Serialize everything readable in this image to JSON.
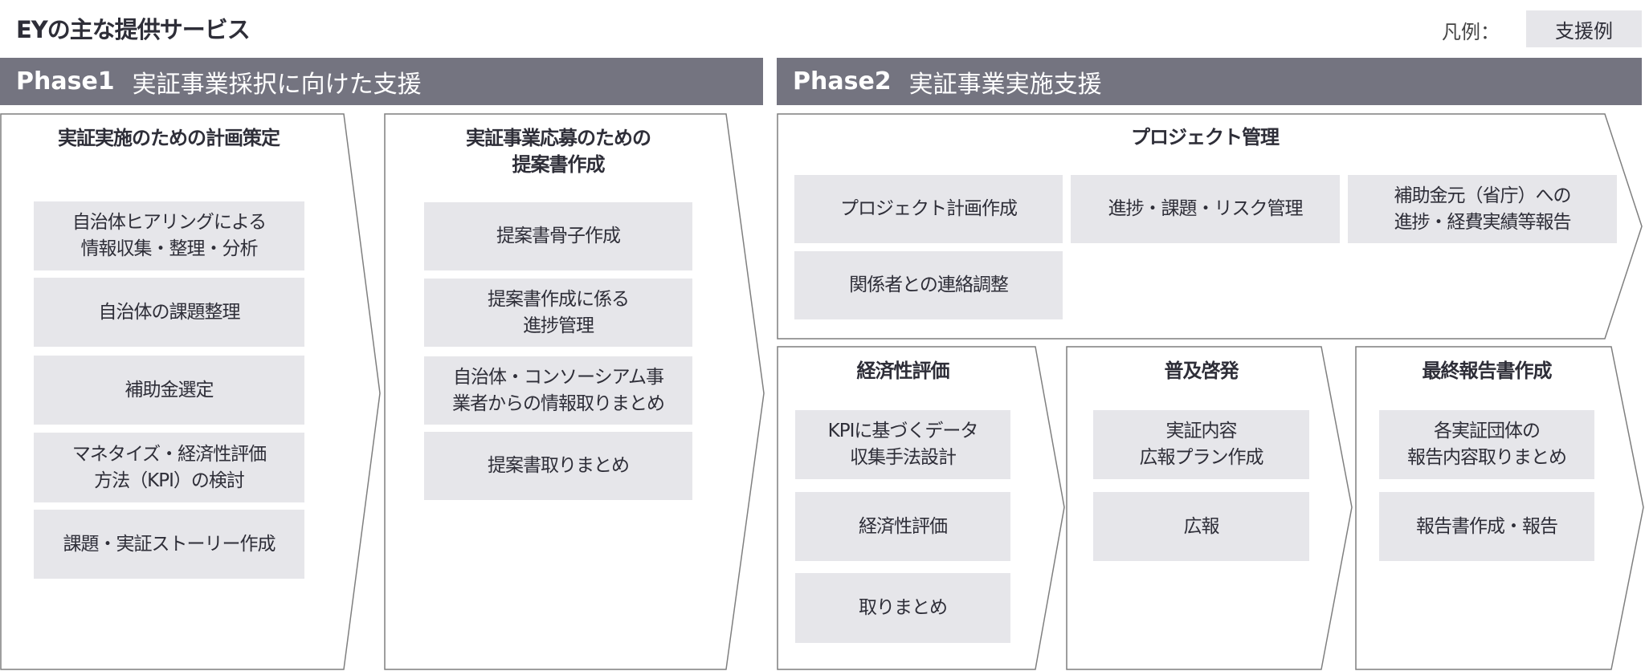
{
  "title": "EYの主な提供サービス",
  "legend": {
    "label": "凡例：",
    "sample": "支援例"
  },
  "phase1": {
    "tag": "Phase1",
    "title": "実証事業採択に向けた支援",
    "columns": [
      {
        "title": "実証実施のための計画策定",
        "items": [
          "自治体ヒアリングによる\n情報収集・整理・分析",
          "自治体の課題整理",
          "補助金選定",
          "マネタイズ・経済性評価\n方法（KPI）の検討",
          "課題・実証ストーリー作成"
        ]
      },
      {
        "title": "実証事業応募のための\n提案書作成",
        "items": [
          "提案書骨子作成",
          "提案書作成に係る\n進捗管理",
          "自治体・コンソーシアム事\n業者からの情報取りまとめ",
          "提案書取りまとめ"
        ]
      }
    ]
  },
  "phase2": {
    "tag": "Phase2",
    "title": "実証事業実施支援",
    "project": {
      "title": "プロジェクト管理",
      "items": [
        "プロジェクト計画作成",
        "進捗・課題・リスク管理",
        "補助金元（省庁）への\n進捗・経費実績等報告",
        "関係者との連絡調整"
      ]
    },
    "columns": [
      {
        "title": "経済性評価",
        "items": [
          "KPIに基づくデータ\n収集手法設計",
          "経済性評価",
          "取りまとめ"
        ]
      },
      {
        "title": "普及啓発",
        "items": [
          "実証内容\n広報プラン作成",
          "広報"
        ]
      },
      {
        "title": "最終報告書作成",
        "items": [
          "各実証団体の\n報告内容取りまとめ",
          "報告書作成・報告"
        ]
      }
    ]
  },
  "colors": {
    "phase_bar": "#747480",
    "box": "#e6e6ea",
    "frame": "#7f7f7f"
  }
}
